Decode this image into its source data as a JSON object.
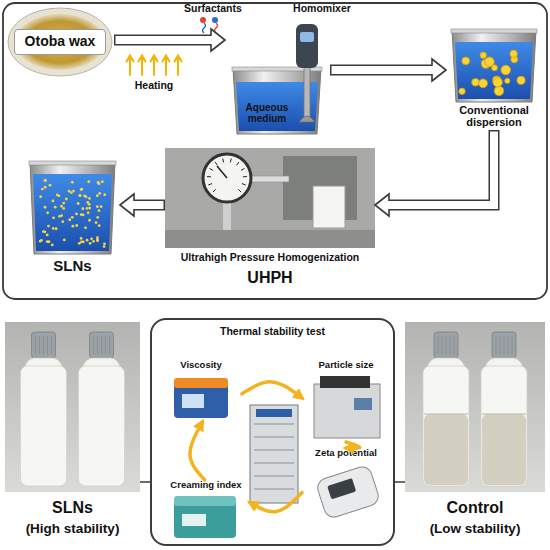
{
  "diagram": {
    "nodes": [
      {
        "text": [
          "Otoba wax"
        ]
      },
      {
        "text": [
          "Aqueous medium"
        ]
      },
      {
        "text": [
          "Conventional dispersion"
        ]
      },
      {
        "text": [
          "Ultrahigh Pressure Homogenization",
          "UHPH"
        ]
      },
      {
        "text": [
          "SLNs"
        ]
      },
      {
        "text": [
          "SLNs",
          "(High stability)"
        ]
      },
      {
        "text": [
          "Thermal stability test"
        ]
      },
      {
        "text": [
          "Viscosity"
        ],
        "in": 6
      },
      {
        "text": [
          "Particle size"
        ],
        "in": 6
      },
      {
        "text": [
          "Creaming index"
        ],
        "in": 6
      },
      {
        "text": [
          "Zeta potential"
        ],
        "in": 6
      },
      {
        "text": [
          "Control",
          "(Low stability)"
        ]
      }
    ],
    "edges": [
      {
        "from": 0,
        "to": 1,
        "arrow": "to"
      },
      {
        "from": 1,
        "to": 2,
        "arrow": "to"
      },
      {
        "from": 2,
        "to": 3,
        "arrow": "to"
      },
      {
        "from": 3,
        "to": 4,
        "arrow": "to"
      },
      {
        "from": 5,
        "to": 6,
        "arrow": "none"
      },
      {
        "from": 6,
        "to": 11,
        "arrow": "none"
      },
      {
        "from": 7,
        "to": 8,
        "arrow": "to"
      },
      {
        "from": 8,
        "to": 10,
        "arrow": "to"
      },
      {
        "from": 10,
        "to": 9,
        "arrow": "to"
      },
      {
        "from": 9,
        "to": 7,
        "arrow": "to"
      }
    ],
    "labels": [
      "Surfactants",
      "Heating",
      "Homomixer"
    ]
  }
}
